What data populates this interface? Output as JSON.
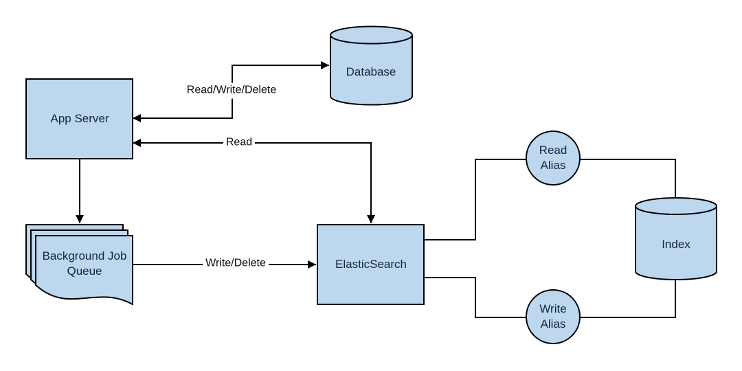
{
  "diagram": {
    "type": "flowchart",
    "colors": {
      "node_fill": "#bcd7ee",
      "node_stroke": "#000000",
      "edge_color": "#000000",
      "node_text": "#13273a",
      "edge_text": "#0a0a0a",
      "background": "#ffffff"
    },
    "nodes": {
      "app_server": {
        "label": "App Server",
        "shape": "rectangle"
      },
      "database": {
        "label": "Database",
        "shape": "cylinder"
      },
      "background_job_queue": {
        "label": "Background Job\nQueue",
        "shape": "multi-document"
      },
      "elasticsearch": {
        "label": "ElasticSearch",
        "shape": "rectangle"
      },
      "read_alias": {
        "label": "Read\nAlias",
        "shape": "circle"
      },
      "write_alias": {
        "label": "Write\nAlias",
        "shape": "circle"
      },
      "index": {
        "label": "Index",
        "shape": "cylinder"
      }
    },
    "edges": [
      {
        "from": "app_server",
        "to": "database",
        "label": "Read/Write/Delete",
        "arrows": "both"
      },
      {
        "from": "elasticsearch",
        "to": "app_server",
        "label": "Read",
        "arrows": "both"
      },
      {
        "from": "app_server",
        "to": "background_job_queue",
        "label": "",
        "arrows": "end"
      },
      {
        "from": "background_job_queue",
        "to": "elasticsearch",
        "label": "Write/Delete",
        "arrows": "end"
      },
      {
        "from": "elasticsearch",
        "to": "read_alias",
        "label": "",
        "arrows": "none"
      },
      {
        "from": "read_alias",
        "to": "index",
        "label": "",
        "arrows": "none"
      },
      {
        "from": "elasticsearch",
        "to": "write_alias",
        "label": "",
        "arrows": "none"
      },
      {
        "from": "write_alias",
        "to": "index",
        "label": "",
        "arrows": "none"
      }
    ]
  }
}
